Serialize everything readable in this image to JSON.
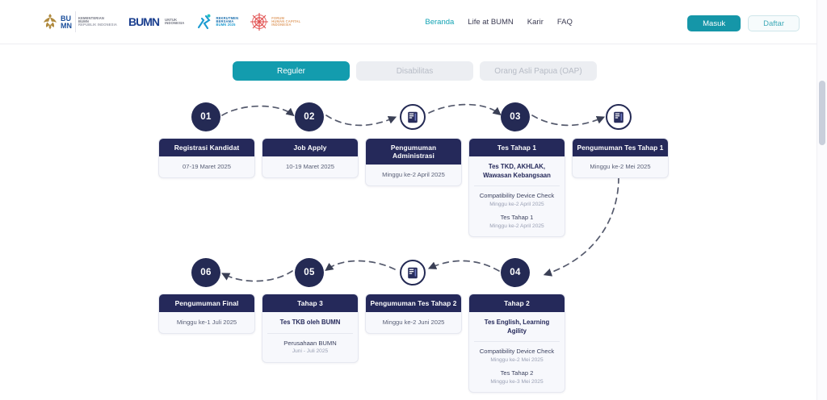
{
  "header": {
    "logos": [
      {
        "name": "garuda-kementerian-bumn-logo",
        "text1": "KEMENTERIAN",
        "text2": "BUMN",
        "text3": "REPUBLIK INDONESIA"
      },
      {
        "name": "bumn-untuk-indonesia-logo",
        "text1": "UNTUK",
        "text2": "INDONESIA",
        "text3": ""
      },
      {
        "name": "rekrutmen-bersama-bumn-2025-logo",
        "text1": "REKRUTMEN",
        "text2": "BERSAMA",
        "text3": "BUMN 2025"
      },
      {
        "name": "forum-human-capital-indonesia-logo",
        "text1": "FORUM",
        "text2": "HUMAN CAPITAL",
        "text3": "INDONESIA"
      }
    ],
    "nav": [
      {
        "label": "Beranda",
        "active": true
      },
      {
        "label": "Life at BUMN",
        "active": false
      },
      {
        "label": "Karir",
        "active": false
      },
      {
        "label": "FAQ",
        "active": false
      }
    ],
    "login_label": "Masuk",
    "register_label": "Daftar",
    "accent_color": "#12a3b4"
  },
  "tabs": [
    {
      "label": "Reguler",
      "active": true
    },
    {
      "label": "Disabilitas",
      "active": false
    },
    {
      "label": "Orang Asli Papua (OAP)",
      "active": false
    }
  ],
  "timeline": {
    "nodes": [
      {
        "id": "01",
        "type": "number"
      },
      {
        "id": "02",
        "type": "number"
      },
      {
        "id": "icon-1",
        "type": "document-icon"
      },
      {
        "id": "03",
        "type": "number"
      },
      {
        "id": "icon-2",
        "type": "document-icon"
      },
      {
        "id": "06",
        "type": "number"
      },
      {
        "id": "05",
        "type": "number"
      },
      {
        "id": "icon-3",
        "type": "document-icon"
      },
      {
        "id": "04",
        "type": "number"
      }
    ],
    "cards": [
      {
        "key": "registrasi-kandidat",
        "title": "Registrasi Kandidat",
        "primary": "07-19 Maret 2025",
        "primary_strong": false,
        "sub": []
      },
      {
        "key": "job-apply",
        "title": "Job Apply",
        "primary": "10-19 Maret 2025",
        "primary_strong": false,
        "sub": []
      },
      {
        "key": "pengumuman-administrasi",
        "title": "Pengumuman Administrasi",
        "primary": "Minggu ke-2 April 2025",
        "primary_strong": false,
        "sub": []
      },
      {
        "key": "tes-tahap-1",
        "title": "Tes Tahap 1",
        "primary": "Tes TKD, AKHLAK, Wawasan Kebangsaan",
        "primary_strong": true,
        "sub": [
          {
            "title": "Compatibility Device Check",
            "date": "Minggu ke-2 April 2025"
          },
          {
            "title": "Tes Tahap 1",
            "date": "Minggu ke-2 April 2025"
          }
        ]
      },
      {
        "key": "pengumuman-tes-tahap-1",
        "title": "Pengumuman Tes Tahap 1",
        "primary": "Minggu ke-2 Mei 2025",
        "primary_strong": false,
        "sub": []
      },
      {
        "key": "pengumuman-final",
        "title": "Pengumuman Final",
        "primary": "Minggu ke-1 Juli 2025",
        "primary_strong": false,
        "sub": []
      },
      {
        "key": "tahap-3",
        "title": "Tahap 3",
        "primary": "Tes TKB oleh BUMN",
        "primary_strong": true,
        "sub": [
          {
            "title": "Perusahaan BUMN",
            "date": "Juni - Juli 2025"
          }
        ]
      },
      {
        "key": "pengumuman-tes-tahap-2",
        "title": "Pengumuman Tes Tahap 2",
        "primary": "Minggu ke-2 Juni 2025",
        "primary_strong": false,
        "sub": []
      },
      {
        "key": "tahap-2",
        "title": "Tahap 2",
        "primary": "Tes English, Learning Agility",
        "primary_strong": true,
        "sub": [
          {
            "title": "Compatibility Device Check",
            "date": "Minggu ke-2 Mei 2025"
          },
          {
            "title": "Tes Tahap 2",
            "date": "Minggu ke-3 Mei 2025"
          }
        ]
      }
    ]
  },
  "colors": {
    "navy": "#242a54",
    "card_header": "#25295a",
    "teal": "#139cae",
    "card_bg": "#f7f8fc"
  }
}
